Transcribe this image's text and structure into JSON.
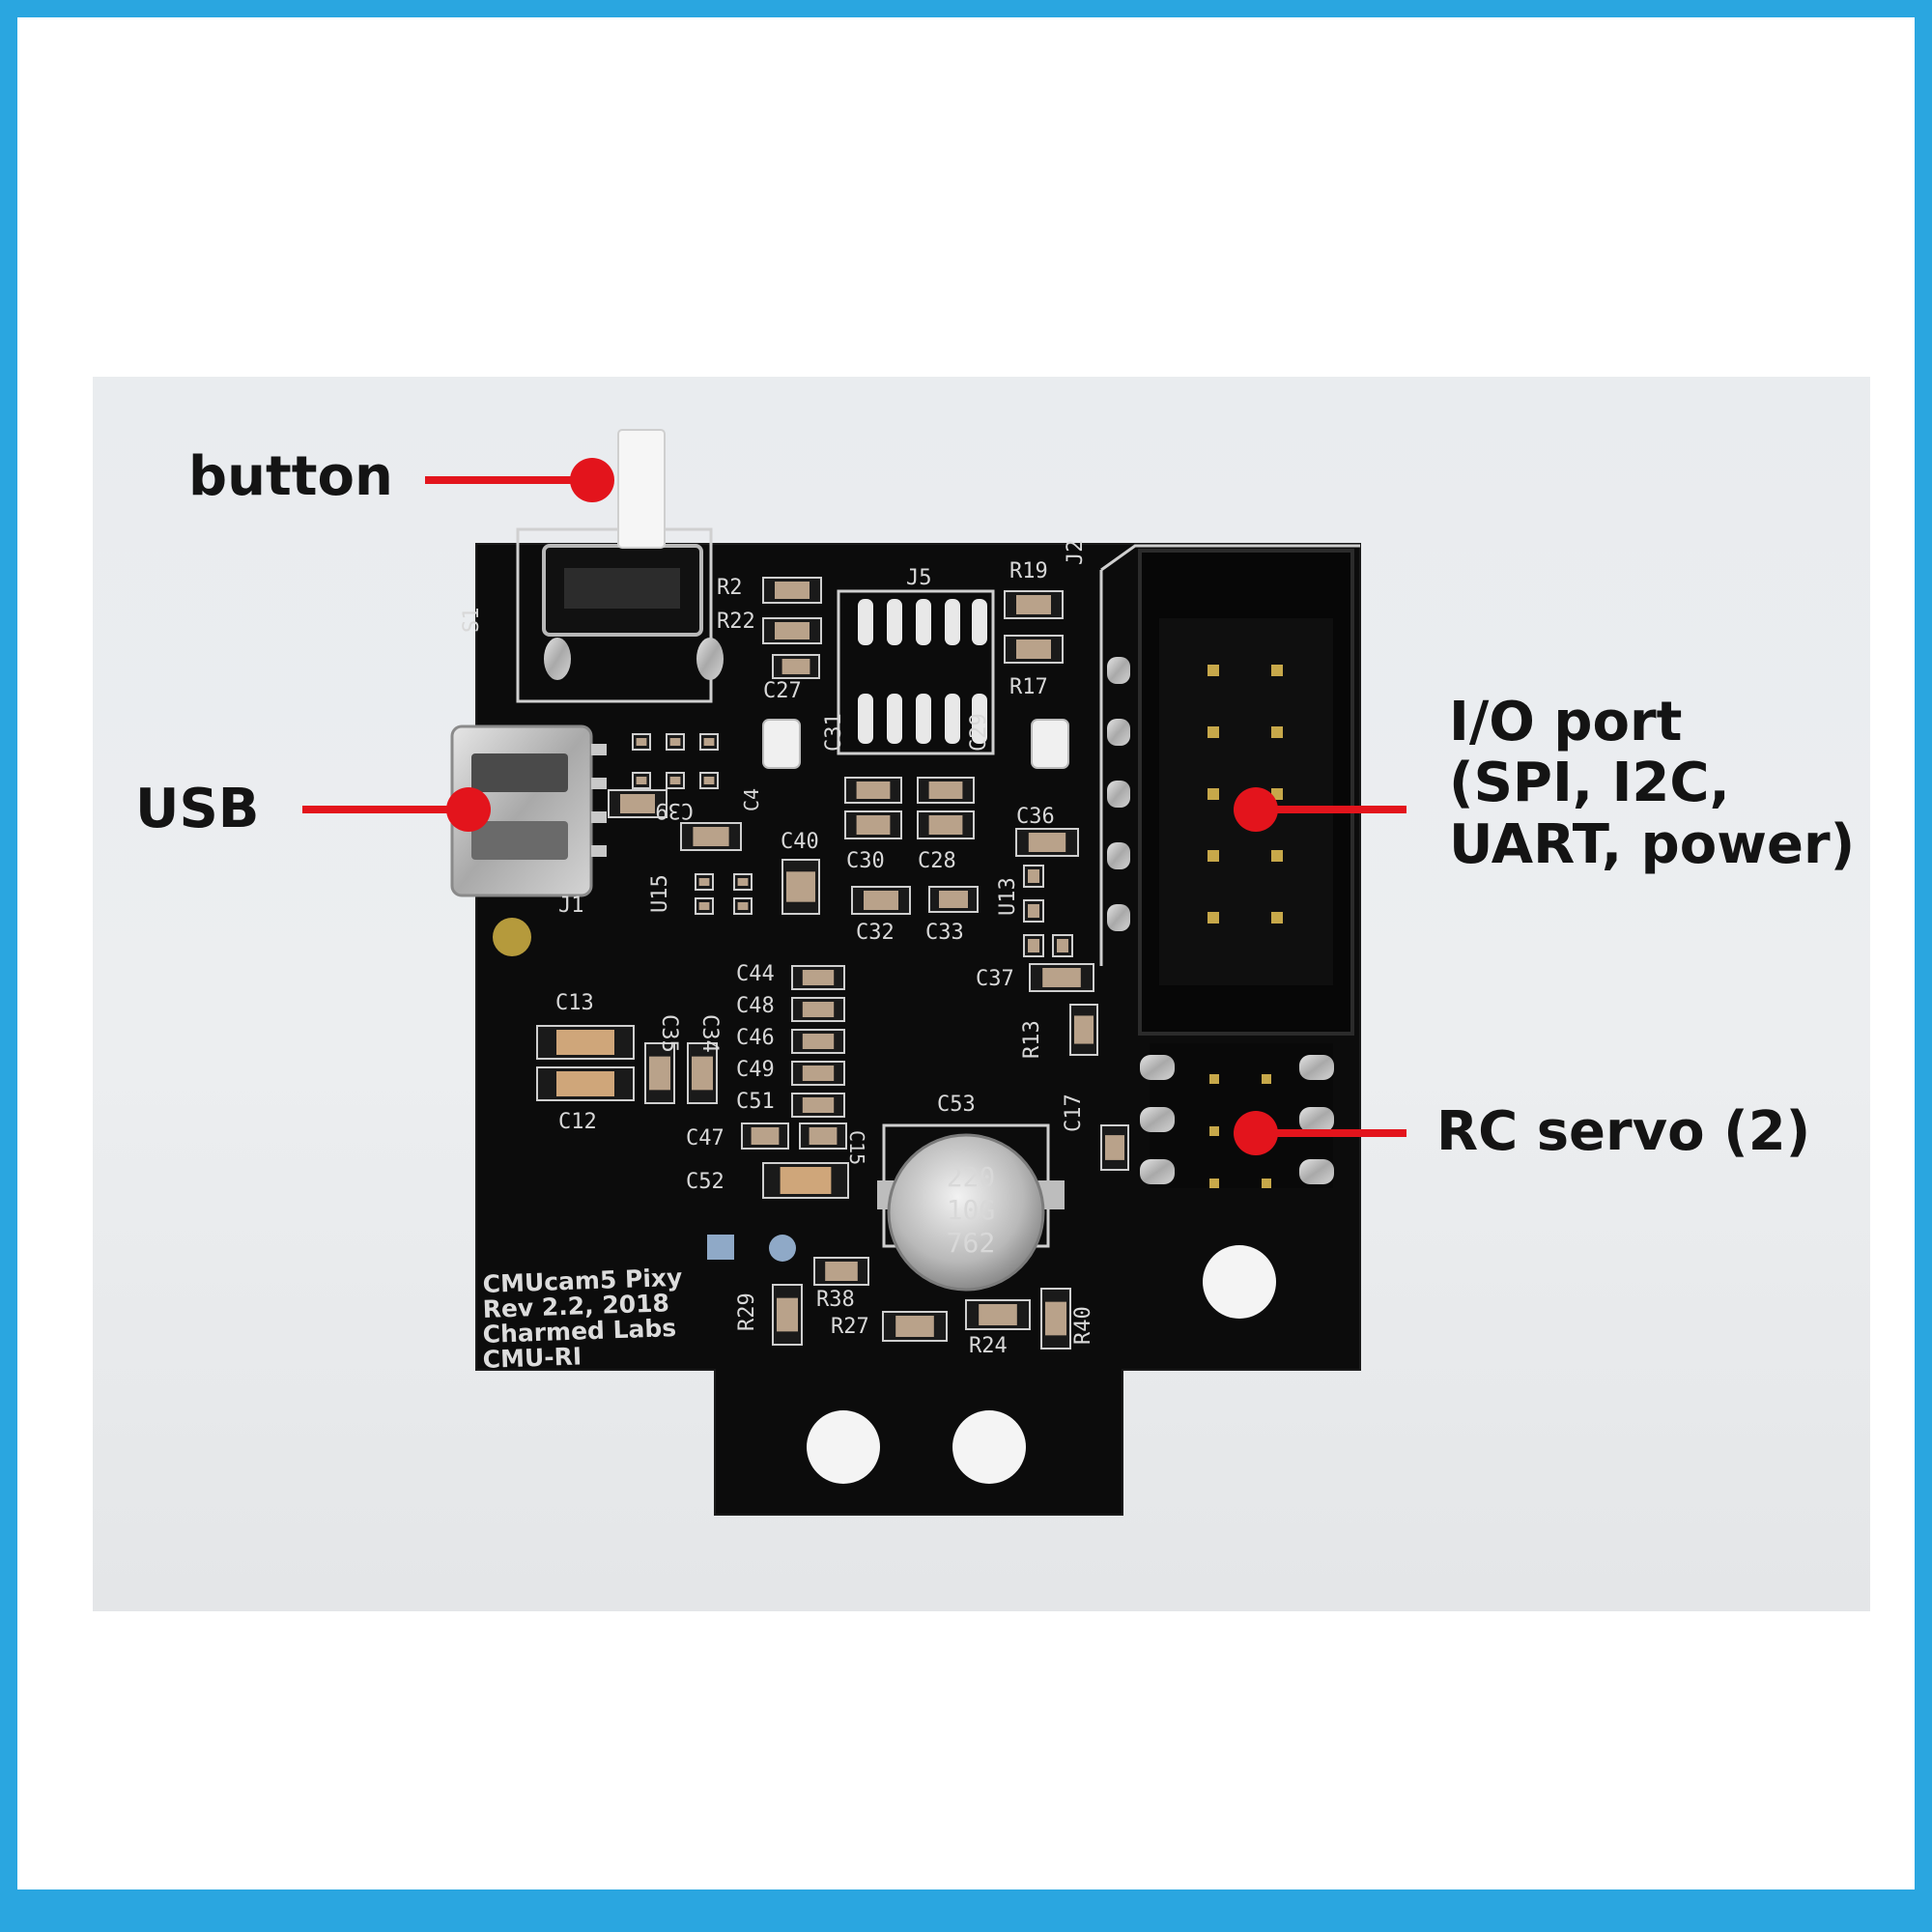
{
  "callouts": {
    "button": "button",
    "usb": "USB",
    "io_port": [
      "I/O port",
      "(SPI, I2C,",
      "UART, power)"
    ],
    "rc_servo": "RC servo (2)"
  },
  "board": {
    "silkscreen_lines": [
      "CMUcam5 Pixy",
      "Rev 2.2, 2018",
      "Charmed Labs",
      "CMU-RI"
    ],
    "capacitor_text": [
      "220",
      "10G",
      "762"
    ],
    "designators": [
      "S1",
      "R2",
      "R22",
      "J5",
      "R19",
      "J2",
      "R17",
      "C27",
      "C31",
      "C29",
      "C39",
      "C4",
      "C40",
      "C30",
      "C28",
      "C36",
      "U15",
      "J1",
      "C32",
      "C33",
      "U13",
      "C37",
      "C44",
      "C48",
      "C46",
      "C49",
      "C51",
      "C47",
      "C52",
      "C13",
      "C35",
      "C34",
      "C12",
      "C53",
      "C15",
      "C17",
      "R13",
      "R29",
      "R38",
      "R27",
      "R24",
      "R40"
    ]
  },
  "colors": {
    "frame": "#2aa6e0",
    "pcb": "#0c0c0c",
    "callout": "#e3141c"
  }
}
